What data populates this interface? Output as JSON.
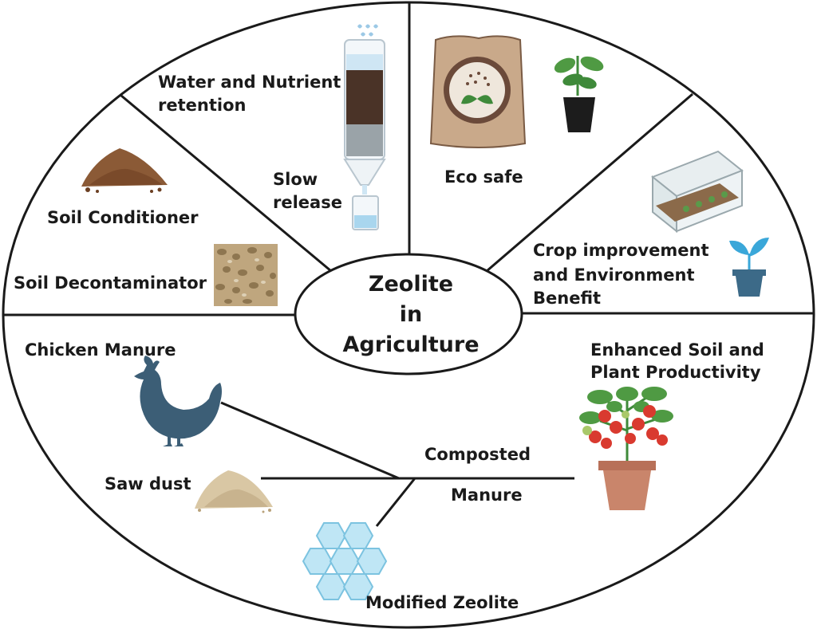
{
  "center": {
    "line1": "Zeolite",
    "line2": "in",
    "line3": "Agriculture"
  },
  "labels": {
    "water_retention_1": "Water and Nutrient",
    "water_retention_2": "retention",
    "slow_release_1": "Slow",
    "slow_release_2": "release",
    "eco_safe": "Eco safe",
    "soil_conditioner": "Soil Conditioner",
    "soil_decontaminator": "Soil Decontaminator",
    "crop_improvement_1": "Crop improvement",
    "crop_improvement_2": "and Environment",
    "crop_improvement_3": "Benefit",
    "enhanced_soil_1": "Enhanced Soil and",
    "enhanced_soil_2": "Plant Productivity",
    "chicken_manure": "Chicken Manure",
    "composted": "Composted",
    "manure": "Manure",
    "saw_dust": "Saw dust",
    "modified_zeolite": "Modified Zeolite"
  },
  "colors": {
    "outline": "#1a1a1a",
    "chicken": "#3c5e76",
    "soil": "#8b5a36",
    "sawdust": "#d9c7a4",
    "zeolite_hex": "#bfe6f5",
    "bag": "#c9a98a",
    "pot_terracotta": "#c9856b",
    "tomato": "#d93a2f",
    "leaf": "#3f8a3a",
    "seedling_pot": "#3c6a88",
    "seedling_leaf": "#3aa7d9"
  },
  "icons": [
    "water-filter-column-icon",
    "fertilizer-bag-icon",
    "potted-plant-icon",
    "greenhouse-icon",
    "seedling-pot-icon",
    "soil-pile-icon",
    "gravel-square-icon",
    "chicken-icon",
    "tomato-plant-icon",
    "sawdust-pile-icon",
    "zeolite-hexagon-icon"
  ]
}
